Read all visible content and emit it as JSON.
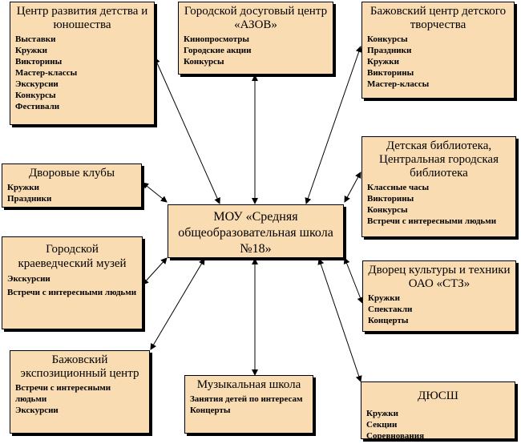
{
  "center": {
    "title": "МОУ «Средняя общеобразовательная школа №18»"
  },
  "boxes": [
    {
      "id": "youth-center",
      "title": "Центр развития детства и юношества",
      "items": [
        "Выставки",
        "Кружки",
        "Викторины",
        "Мастер-классы",
        "Экскурсии",
        "Конкурсы",
        "Фестивали"
      ]
    },
    {
      "id": "azov-center",
      "title": "Городской досуговый центр «АЗОВ»",
      "items": [
        "Кинопросмотры",
        "Городские акции",
        "Конкурсы"
      ]
    },
    {
      "id": "bazhov-creativity",
      "title": "Бажовский центр детского творчества",
      "items": [
        "Конкурсы",
        "Праздники",
        "Кружки",
        "Викторины",
        "Мастер-классы"
      ]
    },
    {
      "id": "yard-clubs",
      "title": "Дворовые клубы",
      "items": [
        "Кружки",
        "Праздники"
      ]
    },
    {
      "id": "library",
      "title": "Детская библиотека, Центральная городская библиотека",
      "items": [
        "Классные часы",
        "Викторины",
        "Конкурсы",
        "Встречи с  интересными людьми"
      ]
    },
    {
      "id": "museum",
      "title": "Городской краеведческий музей",
      "items": [
        "Экскурсии",
        "Встречи с интересными людьми"
      ]
    },
    {
      "id": "culture-palace",
      "title": "Дворец культуры и техники ОАО «СТЗ»",
      "items": [
        "Кружки",
        "Спектакли",
        "Концерты"
      ]
    },
    {
      "id": "bazhov-expo",
      "title": "Бажовский экспозиционный центр",
      "items": [
        "Встречи с интересными людьми",
        "Экскурсии"
      ]
    },
    {
      "id": "music-school",
      "title": "Музыкальная школа",
      "items": [
        "Занятия детей по интересам",
        "Концерты"
      ]
    },
    {
      "id": "sports-school",
      "title": "ДЮСШ",
      "items": [
        "Кружки",
        "Секции",
        "Соревнования"
      ]
    }
  ]
}
